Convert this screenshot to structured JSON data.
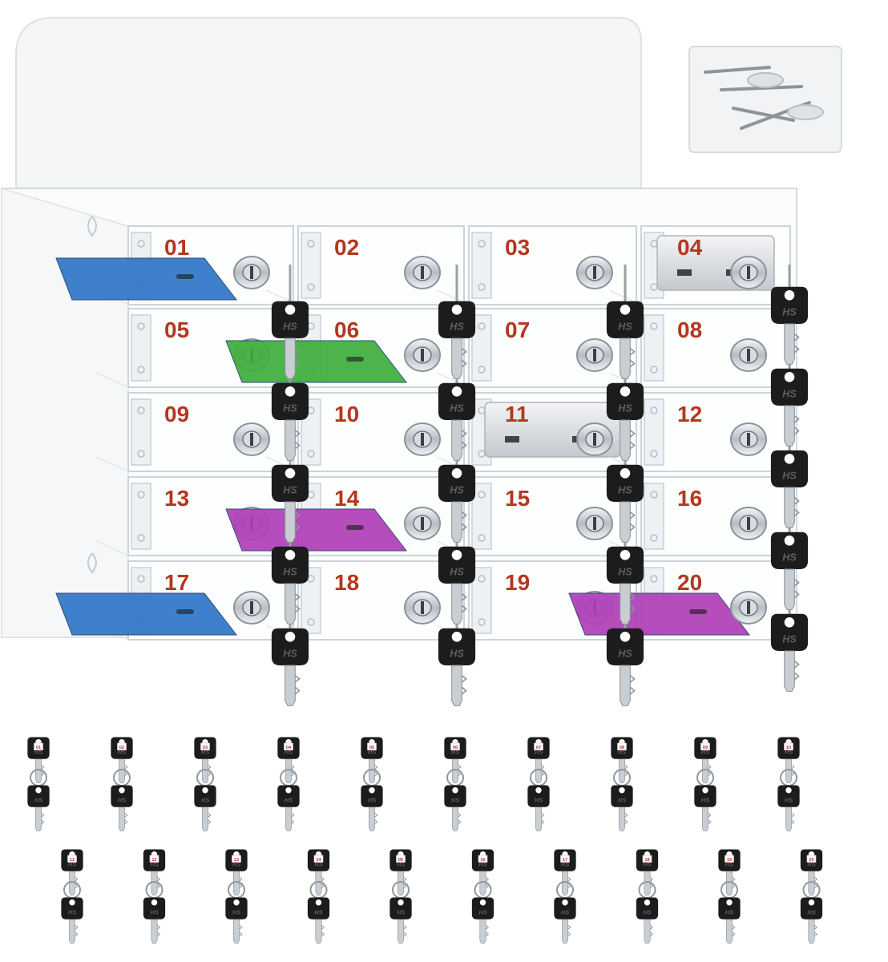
{
  "compartments": [
    {
      "label": "01",
      "contents": "phone",
      "phone_color": "#2f76c8"
    },
    {
      "label": "02",
      "contents": "empty"
    },
    {
      "label": "03",
      "contents": "empty"
    },
    {
      "label": "04",
      "contents": "power-bank"
    },
    {
      "label": "05",
      "contents": "empty"
    },
    {
      "label": "06",
      "contents": "phone",
      "phone_color": "#3fae3c"
    },
    {
      "label": "07",
      "contents": "empty"
    },
    {
      "label": "08",
      "contents": "empty"
    },
    {
      "label": "09",
      "contents": "empty"
    },
    {
      "label": "10",
      "contents": "empty"
    },
    {
      "label": "11",
      "contents": "power-bank"
    },
    {
      "label": "12",
      "contents": "empty"
    },
    {
      "label": "13",
      "contents": "empty"
    },
    {
      "label": "14",
      "contents": "phone",
      "phone_color": "#b03fb8"
    },
    {
      "label": "15",
      "contents": "empty"
    },
    {
      "label": "16",
      "contents": "empty"
    },
    {
      "label": "17",
      "contents": "phone",
      "phone_color": "#2f76c8"
    },
    {
      "label": "18",
      "contents": "empty"
    },
    {
      "label": "19",
      "contents": "empty"
    },
    {
      "label": "20",
      "contents": "phone",
      "phone_color": "#b03fb8"
    }
  ],
  "key_brand": "HS",
  "key_tags": [
    "01",
    "02",
    "03",
    "04",
    "05",
    "06",
    "07",
    "08",
    "09",
    "10",
    "11",
    "12",
    "13",
    "14",
    "05",
    "16",
    "17",
    "18",
    "19",
    "20"
  ],
  "colors": {
    "label": "#b5371e",
    "key": "#1c1c1c",
    "acrylic_edge": "#d4d9dd",
    "metal": "#c9ced3"
  },
  "accessory": "screw-pack-icon"
}
